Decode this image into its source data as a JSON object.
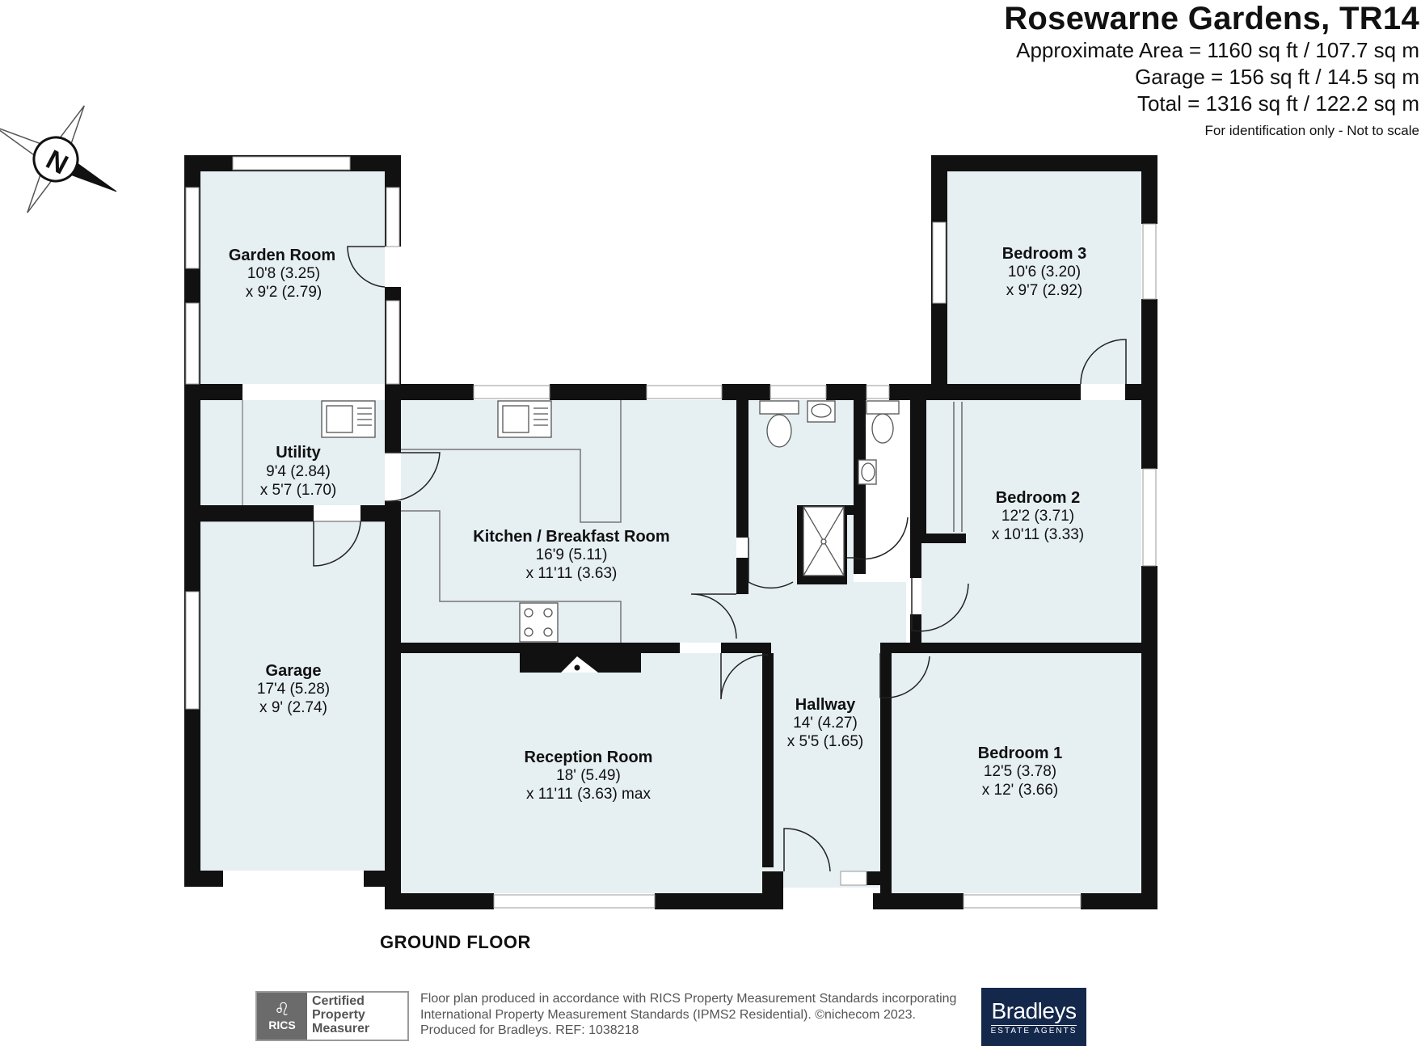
{
  "header": {
    "title": "Rosewarne Gardens, TR14",
    "areas": [
      "Approximate Area = 1160 sq ft / 107.7 sq m",
      "Garage = 156 sq ft / 14.5 sq m",
      "Total = 1316 sq ft / 122.2 sq m"
    ],
    "disclaimer": "For identification only - Not to scale"
  },
  "compass": {
    "label": "N"
  },
  "rooms": [
    {
      "name": "Garden Room",
      "dim1": "10'8 (3.25)",
      "dim2": "x 9'2 (2.79)"
    },
    {
      "name": "Utility",
      "dim1": "9'4 (2.84)",
      "dim2": "x 5'7 (1.70)"
    },
    {
      "name": "Garage",
      "dim1": "17'4 (5.28)",
      "dim2": "x 9' (2.74)"
    },
    {
      "name": "Kitchen / Breakfast Room",
      "dim1": "16'9 (5.11)",
      "dim2": "x 11'11 (3.63)"
    },
    {
      "name": "Reception Room",
      "dim1": "18' (5.49)",
      "dim2": "x 11'11 (3.63) max"
    },
    {
      "name": "Hallway",
      "dim1": "14' (4.27)",
      "dim2": "x 5'5 (1.65)"
    },
    {
      "name": "Bedroom 3",
      "dim1": "10'6 (3.20)",
      "dim2": "x 9'7 (2.92)"
    },
    {
      "name": "Bedroom 2",
      "dim1": "12'2 (3.71)",
      "dim2": "x 10'11 (3.33)"
    },
    {
      "name": "Bedroom 1",
      "dim1": "12'5 (3.78)",
      "dim2": "x 12' (3.66)"
    }
  ],
  "floor_label": "GROUND FLOOR",
  "footer": {
    "lines": [
      "Floor plan produced in accordance with RICS Property Measurement Standards incorporating",
      "International Property Measurement Standards (IPMS2 Residential).  ©nichecom 2023.",
      "Produced for Bradleys.   REF: 1038218"
    ],
    "rics_logo": "RICS",
    "rics_badge": [
      "Certified",
      "Property",
      "Measurer"
    ],
    "brand_name": "Bradleys",
    "brand_sub": "ESTATE AGENTS"
  },
  "colors": {
    "wall": "#111111",
    "floor": "#e6eff2",
    "window": "#ffffff",
    "fixture": "#ffffff",
    "fixture_stroke": "#555555"
  }
}
